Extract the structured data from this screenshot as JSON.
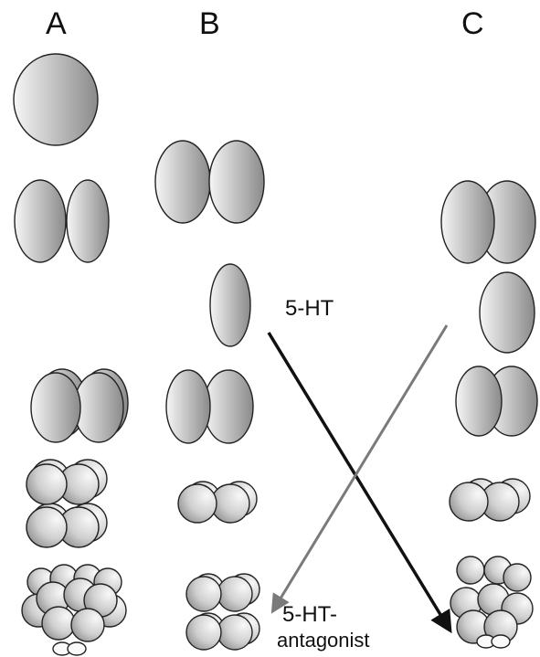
{
  "columns": {
    "a": "A",
    "b": "B",
    "c": "C"
  },
  "annotations": {
    "agonist": "5-HT",
    "antagonist_line1": "5-HT-",
    "antagonist_line2": "antagonist"
  },
  "colors": {
    "cell_light": "#f4f4f4",
    "cell_dark": "#8c8c8c",
    "outline": "#222222",
    "arrow_agonist": "#111111",
    "arrow_antagonist": "#7a7a7a"
  }
}
